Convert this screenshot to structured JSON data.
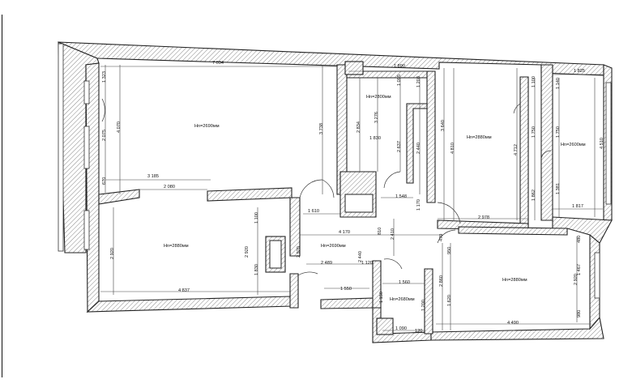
{
  "rooms": [
    {
      "label": "Hn=2690мм"
    },
    {
      "label": "Hn=2800мм"
    },
    {
      "label": "Hn=2880мм"
    },
    {
      "label": "Hn=2600мм"
    },
    {
      "label": "Hn=2880мм"
    },
    {
      "label": "Hn=2690мм"
    },
    {
      "label": "Hn=2680мм"
    },
    {
      "label": "Hn=2880мм"
    }
  ],
  "dims": [
    "7 034",
    "1 890",
    "1 825",
    "1 323",
    "4 070",
    "2 075",
    "670",
    "3 185",
    "2 080",
    "3 738",
    "2 834",
    "1 095",
    "3 276",
    "1 830",
    "2 637",
    "1 203",
    "3 640",
    "2 440",
    "4 810",
    "1 100",
    "4 712",
    "1 750",
    "1 862",
    "1 140",
    "1 750",
    "1 381",
    "4 510",
    "1 817",
    "1 548",
    "1 170",
    "2 978",
    "1 610",
    "4 170",
    "1 100",
    "2 920",
    "2 920",
    "1 830",
    "2 920",
    "2 489",
    "1 120",
    "2 440",
    "2 410",
    "810",
    "470",
    "950",
    "4 837",
    "1 550",
    "1 560",
    "1 150",
    "1 200",
    "1 090",
    "120",
    "2 860",
    "1 620",
    "4 490",
    "2 920",
    "1 467",
    "480",
    "980"
  ]
}
